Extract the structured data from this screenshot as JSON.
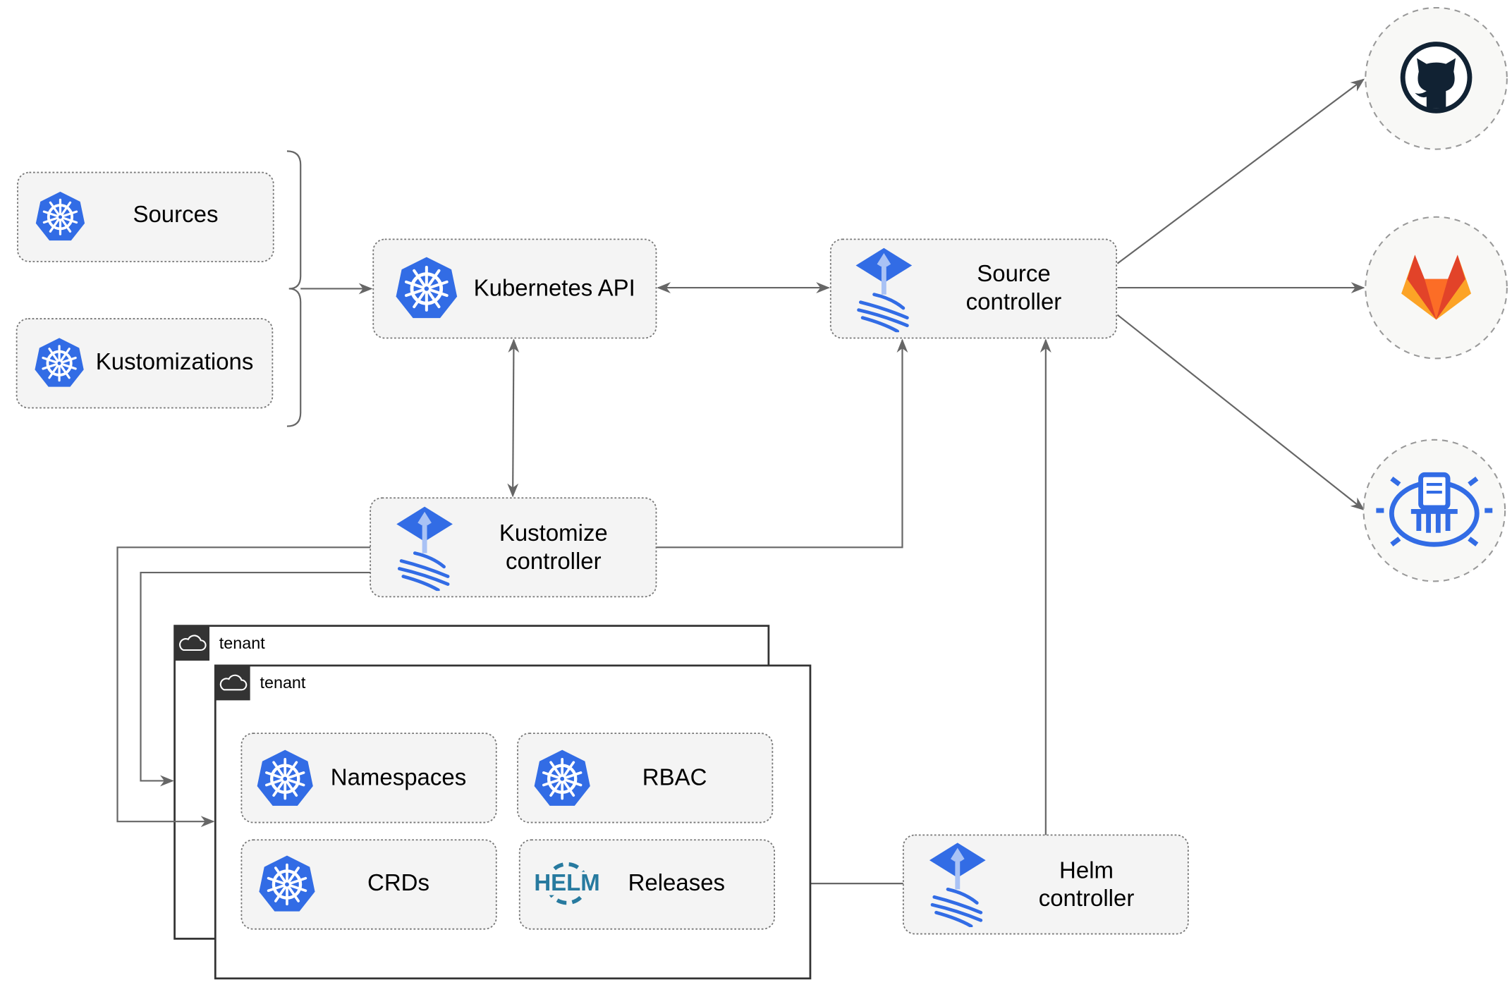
{
  "colors": {
    "kubernetes_blue": "#326ce5",
    "flux_blue": "#326ce5",
    "edge": "#666666",
    "box_fill": "#f4f4f4",
    "github_dark": "#112233",
    "gitlab_orange": "#e24329",
    "helm_blue": "#277a9f"
  },
  "nodes": {
    "sources": {
      "label": "Sources",
      "icon": "kubernetes-icon"
    },
    "kustomizations": {
      "label": "Kustomizations",
      "icon": "kubernetes-icon"
    },
    "kubernetes_api": {
      "label": "Kubernetes API",
      "icon": "kubernetes-icon"
    },
    "source_controller": {
      "line1": "Source",
      "line2": "controller",
      "icon": "flux-icon"
    },
    "kustomize_controller": {
      "line1": "Kustomize",
      "line2": "controller",
      "icon": "flux-icon"
    },
    "helm_controller": {
      "line1": "Helm",
      "line2": "controller",
      "icon": "flux-icon"
    },
    "namespaces": {
      "label": "Namespaces",
      "icon": "kubernetes-icon"
    },
    "rbac": {
      "label": "RBAC",
      "icon": "kubernetes-icon"
    },
    "crds": {
      "label": "CRDs",
      "icon": "kubernetes-icon"
    },
    "releases": {
      "label": "Releases",
      "icon": "helm-icon",
      "icon_text": "HELM"
    }
  },
  "tenants": [
    {
      "label": "tenant",
      "icon": "cloud-icon"
    },
    {
      "label": "tenant",
      "icon": "cloud-icon"
    }
  ],
  "external": [
    {
      "icon": "github-icon"
    },
    {
      "icon": "gitlab-icon"
    },
    {
      "icon": "bucket-icon"
    }
  ]
}
